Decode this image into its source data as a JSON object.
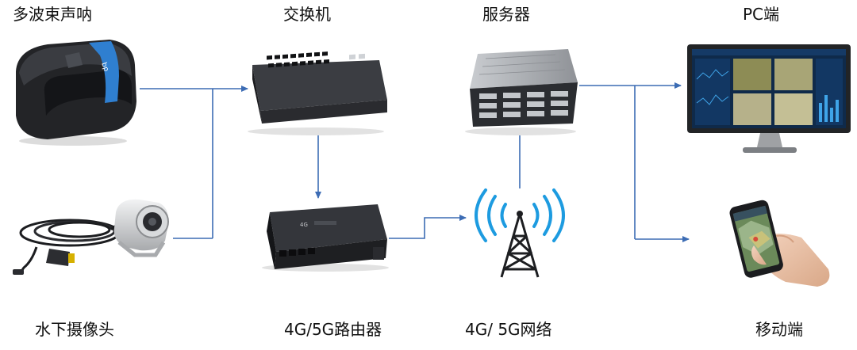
{
  "nodes": {
    "sonar": {
      "label": "多波束声呐"
    },
    "switch": {
      "label": "交换机"
    },
    "server": {
      "label": "服务器"
    },
    "pc": {
      "label": "PC端"
    },
    "camera": {
      "label": "水下摄像头"
    },
    "router": {
      "label": "4G/5G路由器"
    },
    "network": {
      "label": "4G/ 5G网络"
    },
    "mobile": {
      "label": "移动端"
    }
  },
  "colors": {
    "connector": "#3c6cb4",
    "sonar_band": "#2f7fd0",
    "device_dark": "#2a2c30",
    "signal_blue": "#1d9be0",
    "screen_frame": "#222426"
  },
  "icons": {
    "sonar": "multibeam-sonar-device",
    "switch": "network-switch",
    "server": "rack-server",
    "pc": "desktop-monitor",
    "camera": "underwater-camera",
    "router": "cellular-router",
    "network": "cell-tower-signal",
    "mobile": "smartphone-in-hand"
  }
}
